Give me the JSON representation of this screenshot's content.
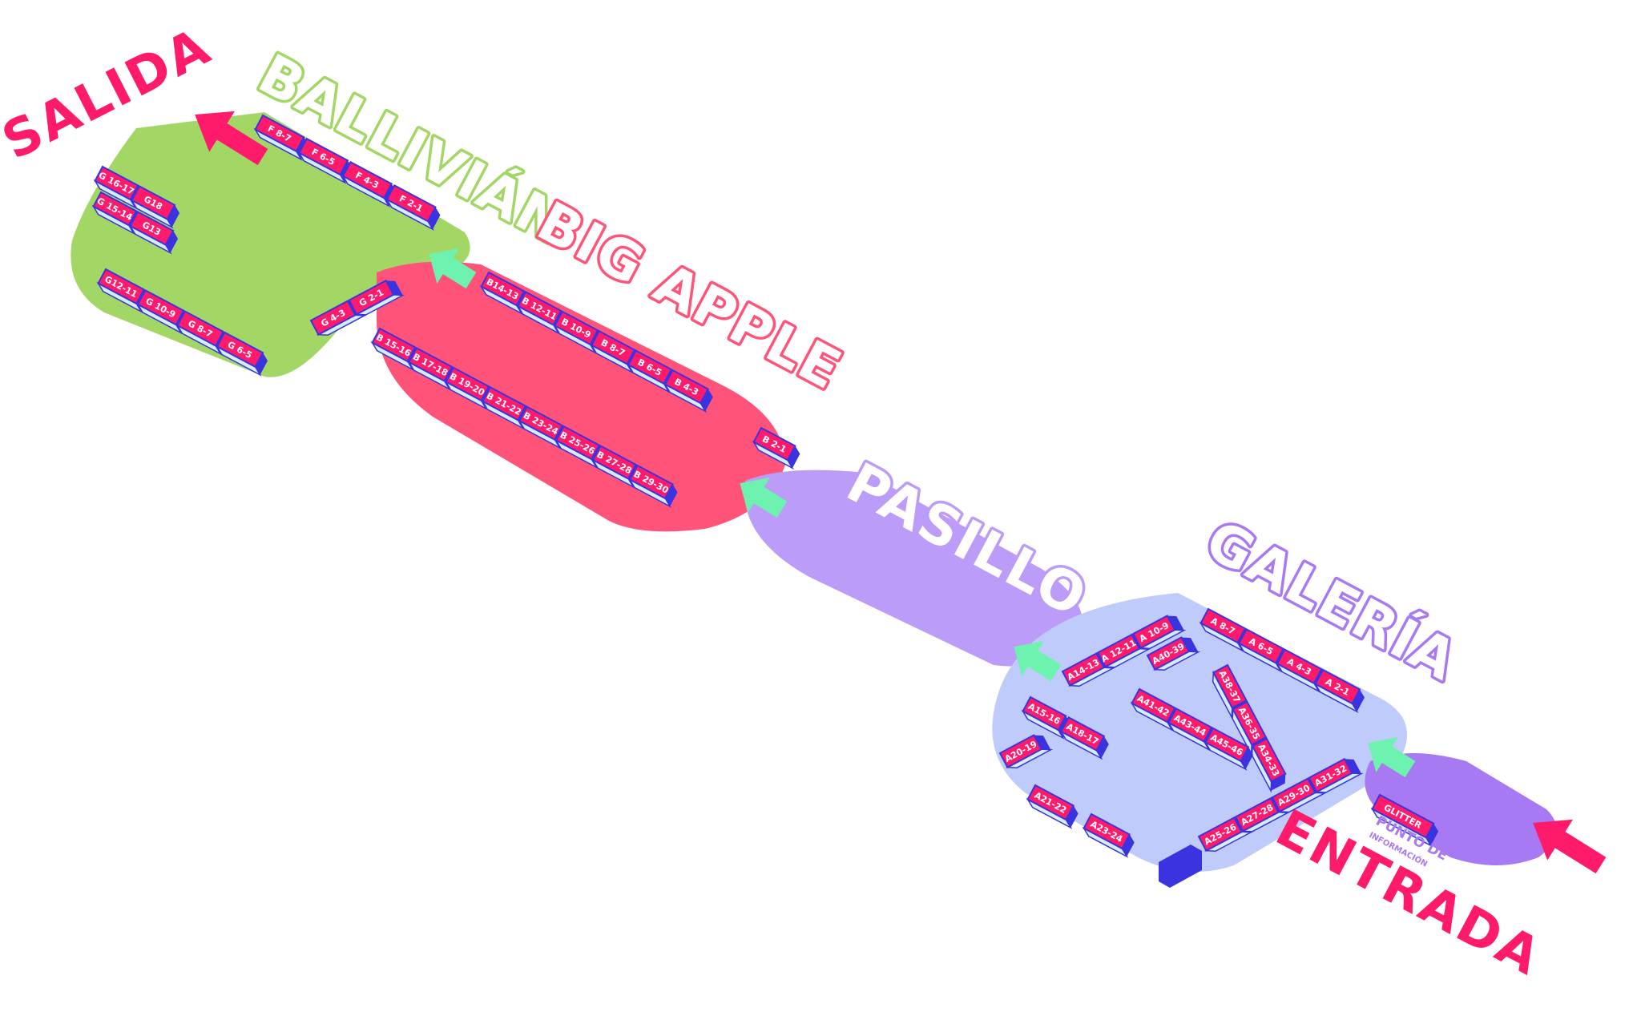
{
  "colors": {
    "ballivian": "#a3d765",
    "big_apple": "#ff5379",
    "pasillo": "#bb9cf8",
    "galeria": "#bfcbfa",
    "entry_pad": "#a779f2",
    "stall_top": "#ff1a6b",
    "stall_side": "#3c33e0",
    "stall_front": "#d4eef8",
    "direction": "#ff1a6b",
    "arrow_green": "#6ef2b0"
  },
  "zones": {
    "ballivian": "BALLIVIÁN",
    "big_apple": "BIG APPLE",
    "pasillo": "PASILLO",
    "galeria": "GALERÍA"
  },
  "directions": {
    "exit": "SALIDA",
    "entry": "ENTRADA"
  },
  "info_point": {
    "booth": "GLITTER",
    "line1": "PUNTO DE",
    "line2": "INFORMACIÓN"
  },
  "stalls": {
    "ballivian_f": [
      "F 8-7",
      "F 6-5",
      "F 4-3",
      "F 2-1"
    ],
    "ballivian_g_upper": [
      "G 16-17",
      "G18",
      "G 15-14",
      "G13"
    ],
    "ballivian_g_lower": [
      "G12-11",
      "G 10-9",
      "G 8-7",
      "G 6-5"
    ],
    "ballivian_g_small": [
      "G 4-3",
      "G 2-1"
    ],
    "big_apple_top": [
      "B14-13",
      "B 12-11",
      "B 10-9",
      "B 8-7",
      "B 6-5",
      "B 4-3",
      "B 2-1"
    ],
    "big_apple_bottom": [
      "B 15-16",
      "B 17-18",
      "B 19-20",
      "B 21-22",
      "B 23-24",
      "B 25-26",
      "B 27-28",
      "B 29-30"
    ],
    "galeria_top": [
      "A14-13",
      "A 12-11",
      "A 10-9",
      "A 8-7",
      "A 6-5",
      "A 4-3",
      "A 2-1"
    ],
    "galeria_mid": [
      "A40-39",
      "A38-37",
      "A36-35",
      "A34-33",
      "A41-42",
      "A43-44",
      "A45-46"
    ],
    "galeria_left": [
      "A15-16",
      "A18-17",
      "A20-19",
      "A21-22",
      "A23-24"
    ],
    "galeria_bottom": [
      "A25-26",
      "A27-28",
      "A29-30",
      "A31-32"
    ]
  }
}
